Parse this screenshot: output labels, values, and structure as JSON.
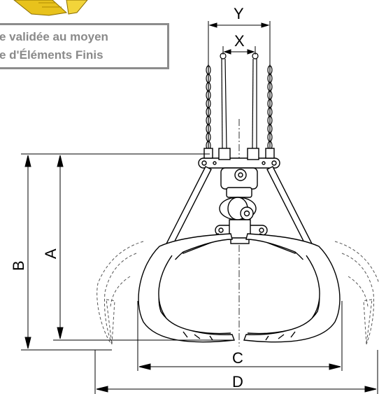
{
  "note": {
    "line1": "e validée au moyen",
    "line2": "e d'Éléments Finis"
  },
  "dimensions": {
    "Y": "Y",
    "X": "X",
    "A": "A",
    "B": "B",
    "C": "C",
    "D": "D"
  },
  "colors": {
    "ink": "#000000",
    "dashed": "#555555",
    "logo_yellow": "#e8c21c",
    "note_border": "#8c8c8c",
    "note_text": "#8a8a8a"
  }
}
